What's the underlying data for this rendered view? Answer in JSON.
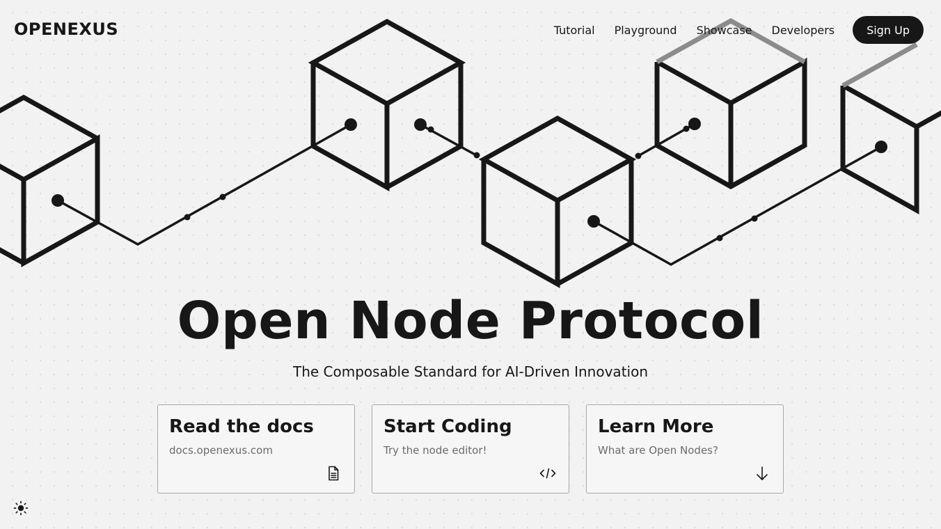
{
  "brand": {
    "logo_text": "OPENEXUS"
  },
  "nav": {
    "links": [
      "Tutorial",
      "Playground",
      "Showcase",
      "Developers"
    ],
    "signup_label": "Sign Up"
  },
  "hero": {
    "title": "Open Node Protocol",
    "subtitle": "The Composable Standard for AI-Driven Innovation"
  },
  "cards": [
    {
      "title": "Read the docs",
      "subtitle": "docs.openexus.com",
      "icon": "document-icon"
    },
    {
      "title": "Start Coding",
      "subtitle": "Try the node editor!",
      "icon": "code-icon"
    },
    {
      "title": "Learn More",
      "subtitle": "What are Open Nodes?",
      "icon": "arrow-down-icon"
    }
  ],
  "footer": {
    "theme_icon": "sun-icon"
  },
  "colors": {
    "ink": "#171717",
    "muted": "#6b6b6b",
    "background": "#f2f2f2",
    "card_border": "#a8a8a8",
    "faded_stroke": "#8c8c8c"
  }
}
